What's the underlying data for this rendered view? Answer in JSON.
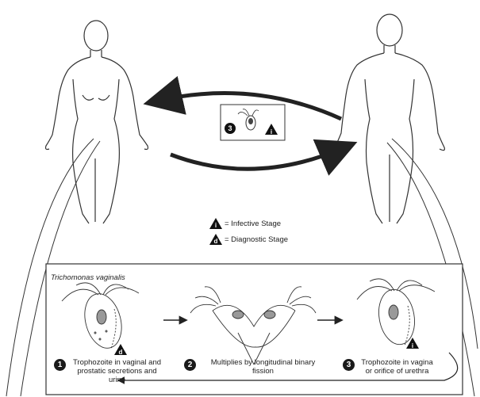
{
  "legend": {
    "infective": {
      "symbol": "i",
      "label": "= Infective Stage"
    },
    "diagnostic": {
      "symbol": "d",
      "label": "= Diagnostic Stage"
    }
  },
  "center_image": {
    "step_number": "3",
    "stage_symbol": "i"
  },
  "lifecycle_box": {
    "title": "Trichomonas vaginalis",
    "steps": [
      {
        "number": "1",
        "label": "Trophozoite in vaginal and prostatic secretions and urine",
        "stage_symbol": "d"
      },
      {
        "number": "2",
        "label": "Multiplies by longitudinal binary fission"
      },
      {
        "number": "3",
        "label": "Trophozoite in vagina or orifice of urethra",
        "stage_symbol": "i"
      }
    ]
  }
}
